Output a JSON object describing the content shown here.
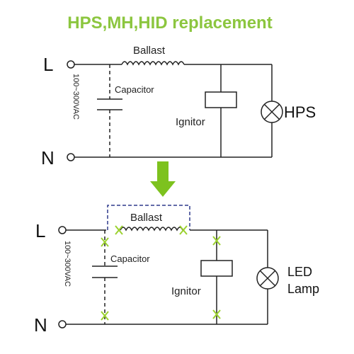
{
  "title": "HPS,MH,HID replacement",
  "colors": {
    "title": "#8cc63f",
    "arrow": "#7dc21e",
    "wire": "#222222",
    "cut_mark": "#9bd12f",
    "bypass_dash": "#2e3a8c"
  },
  "before": {
    "line_label": "L",
    "neutral_label": "N",
    "voltage": "100~300VAC",
    "ballast_label": "Ballast",
    "capacitor_label": "Capacitor",
    "ignitor_label": "Ignitor",
    "lamp_label": "HPS"
  },
  "arrow_icon": "down-arrow-icon",
  "after": {
    "line_label": "L",
    "neutral_label": "N",
    "voltage": "100~300VAC",
    "ballast_label": "Ballast",
    "capacitor_label": "Capacitor",
    "ignitor_label": "Ignitor",
    "lamp_label_line1": "LED",
    "lamp_label_line2": "Lamp",
    "cut_symbol": "X"
  }
}
